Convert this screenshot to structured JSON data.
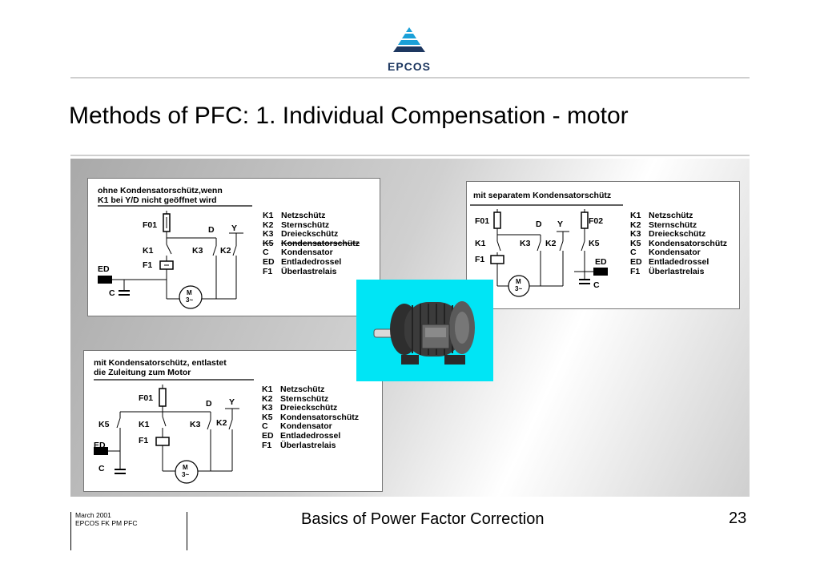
{
  "header": {
    "logo_text": "EPCOS"
  },
  "slide": {
    "title": "Methods of PFC: 1. Individual Compensation - motor"
  },
  "diagrams": [
    {
      "title_lines": [
        "ohne Kondensatorschütz,wenn",
        "K1 bei Y/D nicht geöffnet wird"
      ],
      "legend": [
        {
          "code": "K1",
          "text": "Netzschütz"
        },
        {
          "code": "K2",
          "text": "Sternschütz"
        },
        {
          "code": "K3",
          "text": "Dreieckschütz"
        },
        {
          "code": "K5",
          "text": "Kondensatorschütz",
          "strike": true
        },
        {
          "code": "C",
          "text": "Kondensator"
        },
        {
          "code": "ED",
          "text": "Entladedrossel"
        },
        {
          "code": "F1",
          "text": "Überlastrelais"
        }
      ],
      "labels": {
        "f01": "F01",
        "d": "D",
        "y": "Y",
        "k1": "K1",
        "k3": "K3",
        "k2": "K2",
        "f1": "F1",
        "ed": "ED",
        "c": "C",
        "motor_m": "M",
        "motor_3": "3~"
      }
    },
    {
      "title_lines": [
        "mit separatem Kondensatorschütz"
      ],
      "legend": [
        {
          "code": "K1",
          "text": "Netzschütz"
        },
        {
          "code": "K2",
          "text": "Sternschütz"
        },
        {
          "code": "K3",
          "text": "Dreieckschütz"
        },
        {
          "code": "K5",
          "text": "Kondensatorschütz"
        },
        {
          "code": "C",
          "text": "Kondensator"
        },
        {
          "code": "ED",
          "text": "Entladedrossel"
        },
        {
          "code": "F1",
          "text": "Überlastrelais"
        }
      ],
      "labels": {
        "f01": "F01",
        "d": "D",
        "y": "Y",
        "f02": "F02",
        "k1": "K1",
        "k3": "K3",
        "k2": "K2",
        "k5": "K5",
        "f1": "F1",
        "ed": "ED",
        "c": "C",
        "motor_m": "M",
        "motor_3": "3~"
      }
    },
    {
      "title_lines": [
        "mit Kondensatorschütz, entlastet",
        "die Zuleitung zum Motor"
      ],
      "legend": [
        {
          "code": "K1",
          "text": "Netzschütz"
        },
        {
          "code": "K2",
          "text": "Sternschütz"
        },
        {
          "code": "K3",
          "text": "Dreieckschütz"
        },
        {
          "code": "K5",
          "text": "Kondensatorschütz"
        },
        {
          "code": "C",
          "text": "Kondensator"
        },
        {
          "code": "ED",
          "text": "Entladedrossel"
        },
        {
          "code": "F1",
          "text": "Überlastrelais"
        }
      ],
      "labels": {
        "f01": "F01",
        "d": "D",
        "y": "Y",
        "k5": "K5",
        "k1": "K1",
        "k3": "K3",
        "k2": "K2",
        "f1": "F1",
        "ed": "ED",
        "c": "C",
        "motor_m": "M",
        "motor_3": "3~"
      }
    }
  ],
  "footer": {
    "date": "March 2001",
    "dept": "EPCOS FK PM PFC",
    "title": "Basics of Power Factor Correction",
    "page": "23"
  },
  "colors": {
    "logo": "#1d3760",
    "logo_accent": "#1aa0d8",
    "photo_bg": "#00e5f5"
  }
}
